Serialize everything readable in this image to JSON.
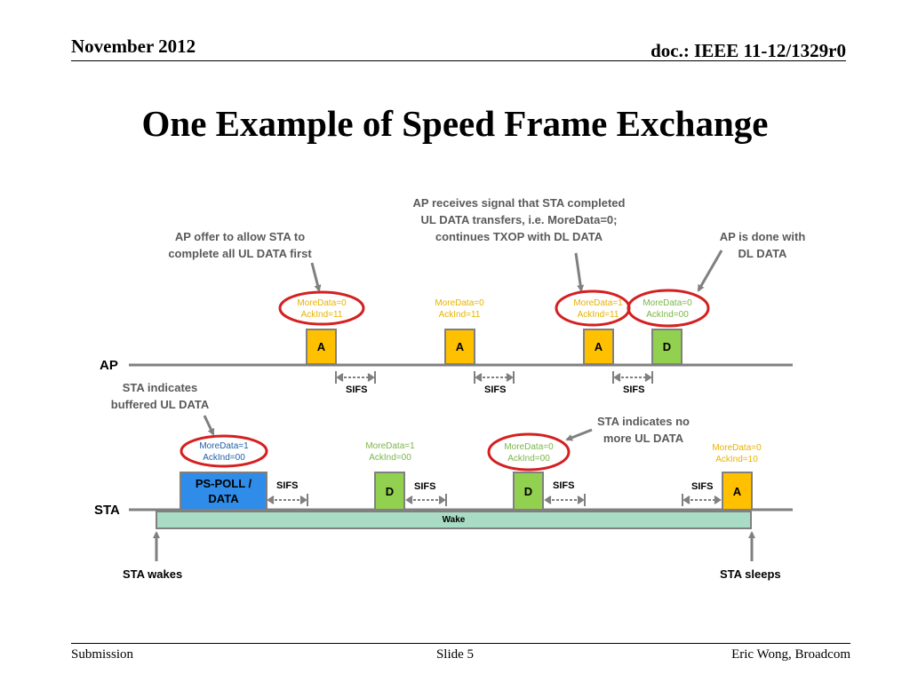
{
  "header": {
    "date": "November 2012",
    "doc": "doc.: IEEE 11-12/1329r0"
  },
  "title": "One Example of Speed Frame Exchange",
  "footer": {
    "left": "Submission",
    "center": "Slide 5",
    "right": "Eric Wong, Broadcom"
  },
  "diagram": {
    "ap_label": "AP",
    "sta_label": "STA",
    "annotations": {
      "ap_offer": [
        "AP offer to allow STA to",
        "complete all UL DATA first"
      ],
      "ap_receives": [
        "AP receives signal that STA completed",
        "UL DATA transfers, i.e. MoreData=0;",
        "continues TXOP with DL DATA"
      ],
      "ap_done": [
        "AP is done with",
        "DL DATA"
      ],
      "sta_indicates": [
        "STA indicates",
        "buffered UL DATA"
      ],
      "sta_no_more": [
        "STA indicates no",
        "more UL DATA"
      ]
    },
    "ap_frames": [
      {
        "label": "A",
        "color": "#ffc000",
        "tag": [
          "MoreData=0",
          "AckInd=11"
        ],
        "tag_color": "#e8b200",
        "circled": true
      },
      {
        "label": "A",
        "color": "#ffc000",
        "tag": [
          "MoreData=0",
          "AckInd=11"
        ],
        "tag_color": "#e8b200",
        "circled": false
      },
      {
        "label": "A",
        "color": "#ffc000",
        "tag": [
          "MoreData=1",
          "AckInd=11"
        ],
        "tag_color": "#e8b200",
        "circled": true
      },
      {
        "label": "D",
        "color": "#92d050",
        "tag": [
          "MoreData=0",
          "AckInd=00"
        ],
        "tag_color": "#7ab648",
        "circled": true
      }
    ],
    "sta_frames": [
      {
        "label": [
          "PS-POLL /",
          "DATA"
        ],
        "color": "#2f8ce8",
        "tag": [
          "MoreData=1",
          "AckInd=00"
        ],
        "tag_color": "#1f5fa8",
        "circled": true
      },
      {
        "label": "D",
        "color": "#92d050",
        "tag": [
          "MoreData=1",
          "AckInd=00"
        ],
        "tag_color": "#7ab648",
        "circled": false
      },
      {
        "label": "D",
        "color": "#92d050",
        "tag": [
          "MoreData=0",
          "AckInd=00"
        ],
        "tag_color": "#7ab648",
        "circled": true
      },
      {
        "label": "A",
        "color": "#ffc000",
        "tag": [
          "MoreData=0",
          "AckInd=10"
        ],
        "tag_color": "#e8b200",
        "circled": false
      }
    ],
    "sifs_label": "SIFS",
    "wake_label": "Wake",
    "sta_wakes": "STA wakes",
    "sta_sleeps": "STA sleeps"
  }
}
